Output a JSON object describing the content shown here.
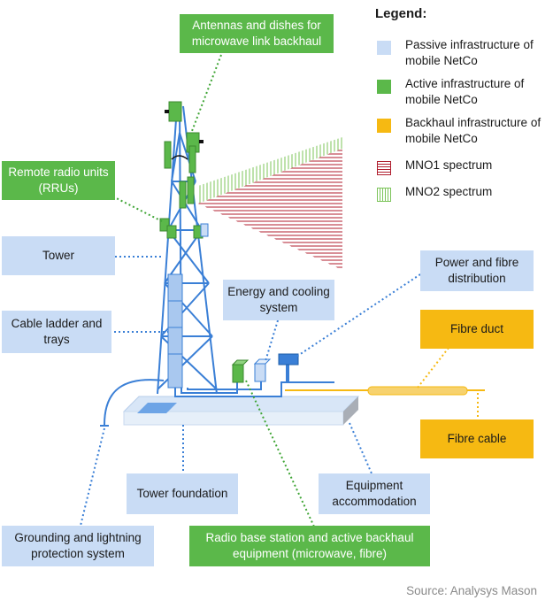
{
  "legend": {
    "title": "Legend:",
    "items": [
      {
        "label": "Passive infrastructure of mobile NetCo",
        "swatch": "#c9dcf5"
      },
      {
        "label": "Active infrastructure of mobile NetCo",
        "swatch": "#5bb84a"
      },
      {
        "label": "Backhaul infrastructure of mobile NetCo",
        "swatch": "#f6b912"
      },
      {
        "label": "MNO1 spectrum",
        "swatch": "#b01e2e"
      },
      {
        "label": "MNO2 spectrum",
        "swatch": "#7cc45a"
      }
    ]
  },
  "labels": {
    "antennas": "Antennas and dishes for microwave link backhaul",
    "rru": "Remote radio units (RRUs)",
    "tower": "Tower",
    "cable_ladder": "Cable ladder and trays",
    "energy": "Energy and cooling system",
    "power_fibre": "Power and fibre distribution",
    "fibre_duct": "Fibre duct",
    "fibre_cable": "Fibre cable",
    "tower_foundation": "Tower foundation",
    "equipment_accommodation": "Equipment accommodation",
    "grounding": "Grounding and lightning protection system",
    "rbs": "Radio base station and active backhaul equipment (microwave, fibre)"
  },
  "source": "Source: Analysys Mason",
  "colors": {
    "passive": "#c9dcf5",
    "active": "#5bb84a",
    "backhaul": "#f6b912",
    "mno1": "#b01e2e",
    "mno2": "#7cc45a",
    "tower": "#3a7fd6"
  }
}
